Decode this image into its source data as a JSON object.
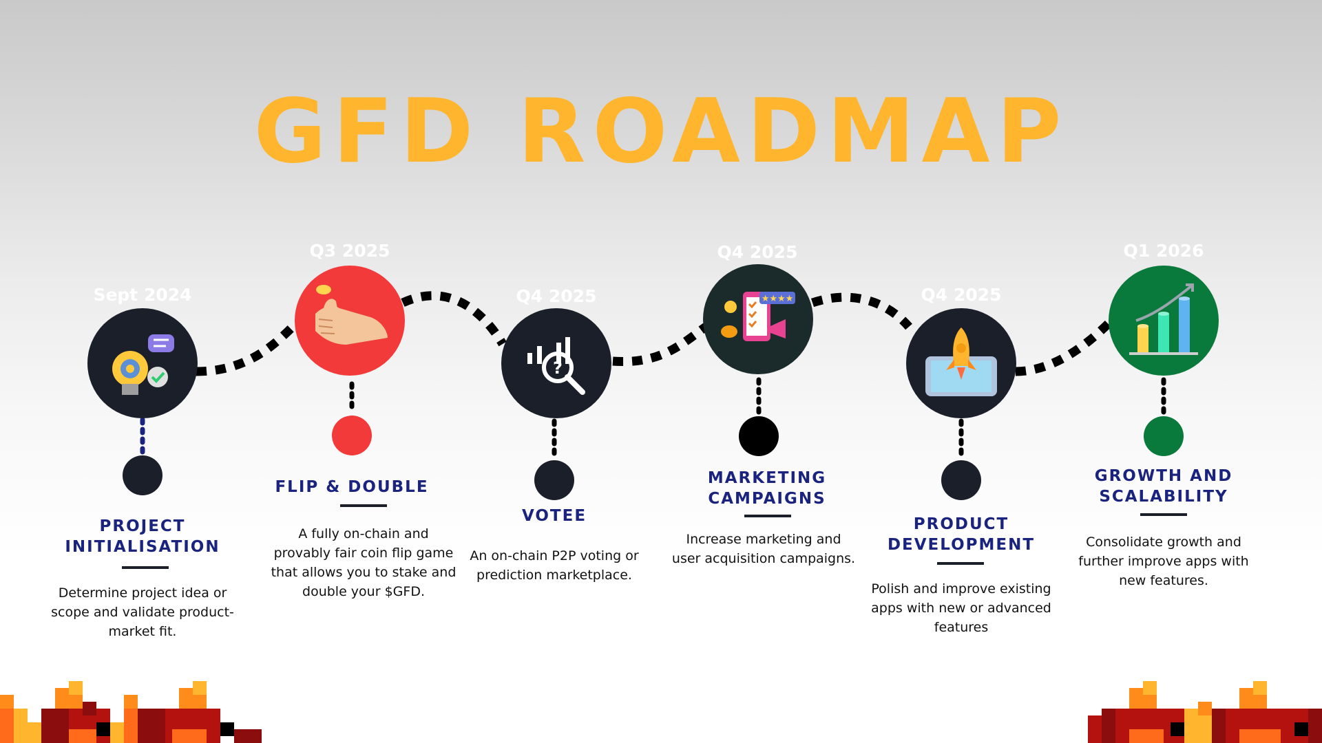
{
  "title": "GFD ROADMAP",
  "colors": {
    "title": "#ffb52e",
    "dark_circle": "#1b1f2a",
    "red": "#f23a3a",
    "green": "#0a7a3c",
    "heading": "#1a237e"
  },
  "milestones": [
    {
      "date": "Sept 2024",
      "icon": "lightbulb-gear-icon",
      "heading": "PROJECT INITIALISATION",
      "description": "Determine project idea or scope and validate product-market fit."
    },
    {
      "date": "Q3 2025",
      "icon": "coin-flip-hand-icon",
      "heading": "FLIP & DOUBLE",
      "description": "A fully on-chain and provably fair coin flip game that allows you to stake and double your $GFD."
    },
    {
      "date": "Q4 2025",
      "icon": "chart-magnifier-icon",
      "heading": "VOTEE",
      "description": "An on-chain P2P voting or prediction marketplace."
    },
    {
      "date": "Q4 2025",
      "icon": "marketing-phone-icon",
      "heading": "MARKETING CAMPAIGNS",
      "description": "Increase marketing and user acquisition campaigns."
    },
    {
      "date": "Q4 2025",
      "icon": "rocket-tablet-icon",
      "heading": "PRODUCT DEVELOPMENT",
      "description": "Polish and improve existing apps with new or advanced features"
    },
    {
      "date": "Q1 2026",
      "icon": "growth-bar-chart-icon",
      "heading": "GROWTH AND SCALABILITY",
      "description": "Consolidate growth and further improve apps with new features."
    }
  ]
}
